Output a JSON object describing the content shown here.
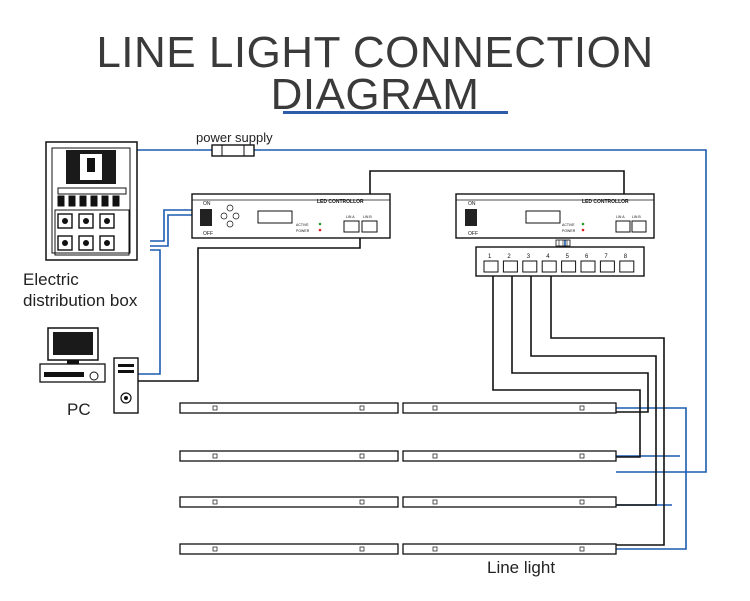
{
  "title": {
    "line1": "LINE LIGHT CONNECTION",
    "line2": "DIAGRAM"
  },
  "labels": {
    "power_supply": "power supply",
    "distribution_box": "Electric distribution box",
    "distribution_box_line1": "Electric",
    "distribution_box_line2": "distribution box",
    "pc": "PC",
    "line_light": "Line light"
  },
  "controller": {
    "label": "LED CONTROLLOR",
    "switch_on": "ON",
    "switch_off": "OFF",
    "status_active": "ACTIVE",
    "status_power": "POWER",
    "port_a": "LIN A",
    "port_b": "LIN B"
  },
  "splitter_ports": [
    "1",
    "2",
    "3",
    "4",
    "5",
    "6",
    "7",
    "8"
  ],
  "colors": {
    "data_wire": "#111111",
    "power_wire": "#1c5bb0",
    "title_underline": "#2d5da8"
  }
}
